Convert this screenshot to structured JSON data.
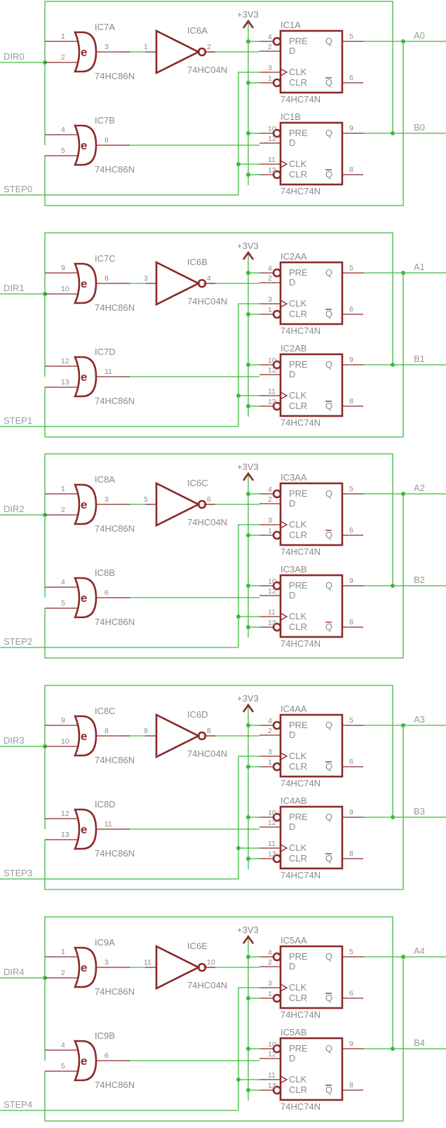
{
  "power_label": "+3V3",
  "gate_symbol": "e",
  "pin_labels": {
    "pre": "PRE",
    "d": "D",
    "q": "Q",
    "clk": "CLK",
    "clr": "CLR",
    "qbar": "Q"
  },
  "pin_numbers": {
    "pre": "4",
    "d": "2",
    "clk": "3",
    "clr": "1",
    "q": "5",
    "qbar": "6",
    "pre_b": "10",
    "d_b": "12",
    "clk_b": "11",
    "clr_b": "13",
    "q_b": "9",
    "qbar_b": "8"
  },
  "colors": {
    "wire": "#3dbb3d",
    "component": "#8b2a2a",
    "text": "#8a8a8a"
  },
  "blocks": [
    {
      "dir": "DIR0",
      "step": "STEP0",
      "outA": "A0",
      "outB": "B0",
      "xorA": "IC7A",
      "xorA_type": "74HC86N",
      "xorA_pins": [
        "1",
        "2",
        "3"
      ],
      "inv": "IC6A",
      "inv_type": "74HC04N",
      "inv_pins": [
        "1",
        "2"
      ],
      "xorB": "IC7B",
      "xorB_type": "74HC86N",
      "xorB_pins": [
        "4",
        "5",
        "6"
      ],
      "ffA": "IC1A",
      "ffB": "IC1B",
      "ff_type": "74HC74N"
    },
    {
      "dir": "DIR1",
      "step": "STEP1",
      "outA": "A1",
      "outB": "B1",
      "xorA": "IC7C",
      "xorA_type": "74HC86N",
      "xorA_pins": [
        "9",
        "10",
        "8"
      ],
      "inv": "IC6B",
      "inv_type": "74HC04N",
      "inv_pins": [
        "3",
        "4"
      ],
      "xorB": "IC7D",
      "xorB_type": "74HC86N",
      "xorB_pins": [
        "12",
        "13",
        "11"
      ],
      "ffA": "IC2AA",
      "ffB": "IC2AB",
      "ff_type": "74HC74N"
    },
    {
      "dir": "DIR2",
      "step": "STEP2",
      "outA": "A2",
      "outB": "B2",
      "xorA": "IC8A",
      "xorA_type": "74HC86N",
      "xorA_pins": [
        "1",
        "2",
        "3"
      ],
      "inv": "IC6C",
      "inv_type": "74HC04N",
      "inv_pins": [
        "5",
        "6"
      ],
      "xorB": "IC8B",
      "xorB_type": "74HC86N",
      "xorB_pins": [
        "4",
        "5",
        "6"
      ],
      "ffA": "IC3AA",
      "ffB": "IC3AB",
      "ff_type": "74HC74N"
    },
    {
      "dir": "DIR3",
      "step": "STEP3",
      "outA": "A3",
      "outB": "B3",
      "xorA": "IC8C",
      "xorA_type": "74HC86N",
      "xorA_pins": [
        "9",
        "10",
        "8"
      ],
      "inv": "IC6D",
      "inv_type": "74HC04N",
      "inv_pins": [
        "9",
        "8"
      ],
      "xorB": "IC8D",
      "xorB_type": "74HC86N",
      "xorB_pins": [
        "12",
        "13",
        "11"
      ],
      "ffA": "IC4AA",
      "ffB": "IC4AB",
      "ff_type": "74HC74N"
    },
    {
      "dir": "DIR4",
      "step": "STEP4",
      "outA": "A4",
      "outB": "B4",
      "xorA": "IC9A",
      "xorA_type": "74HC86N",
      "xorA_pins": [
        "1",
        "2",
        "3"
      ],
      "inv": "IC6E",
      "inv_type": "74HC04N",
      "inv_pins": [
        "11",
        "10"
      ],
      "xorB": "IC9B",
      "xorB_type": "74HC86N",
      "xorB_pins": [
        "4",
        "5",
        "6"
      ],
      "ffA": "IC5AA",
      "ffB": "IC5AB",
      "ff_type": "74HC74N"
    }
  ]
}
